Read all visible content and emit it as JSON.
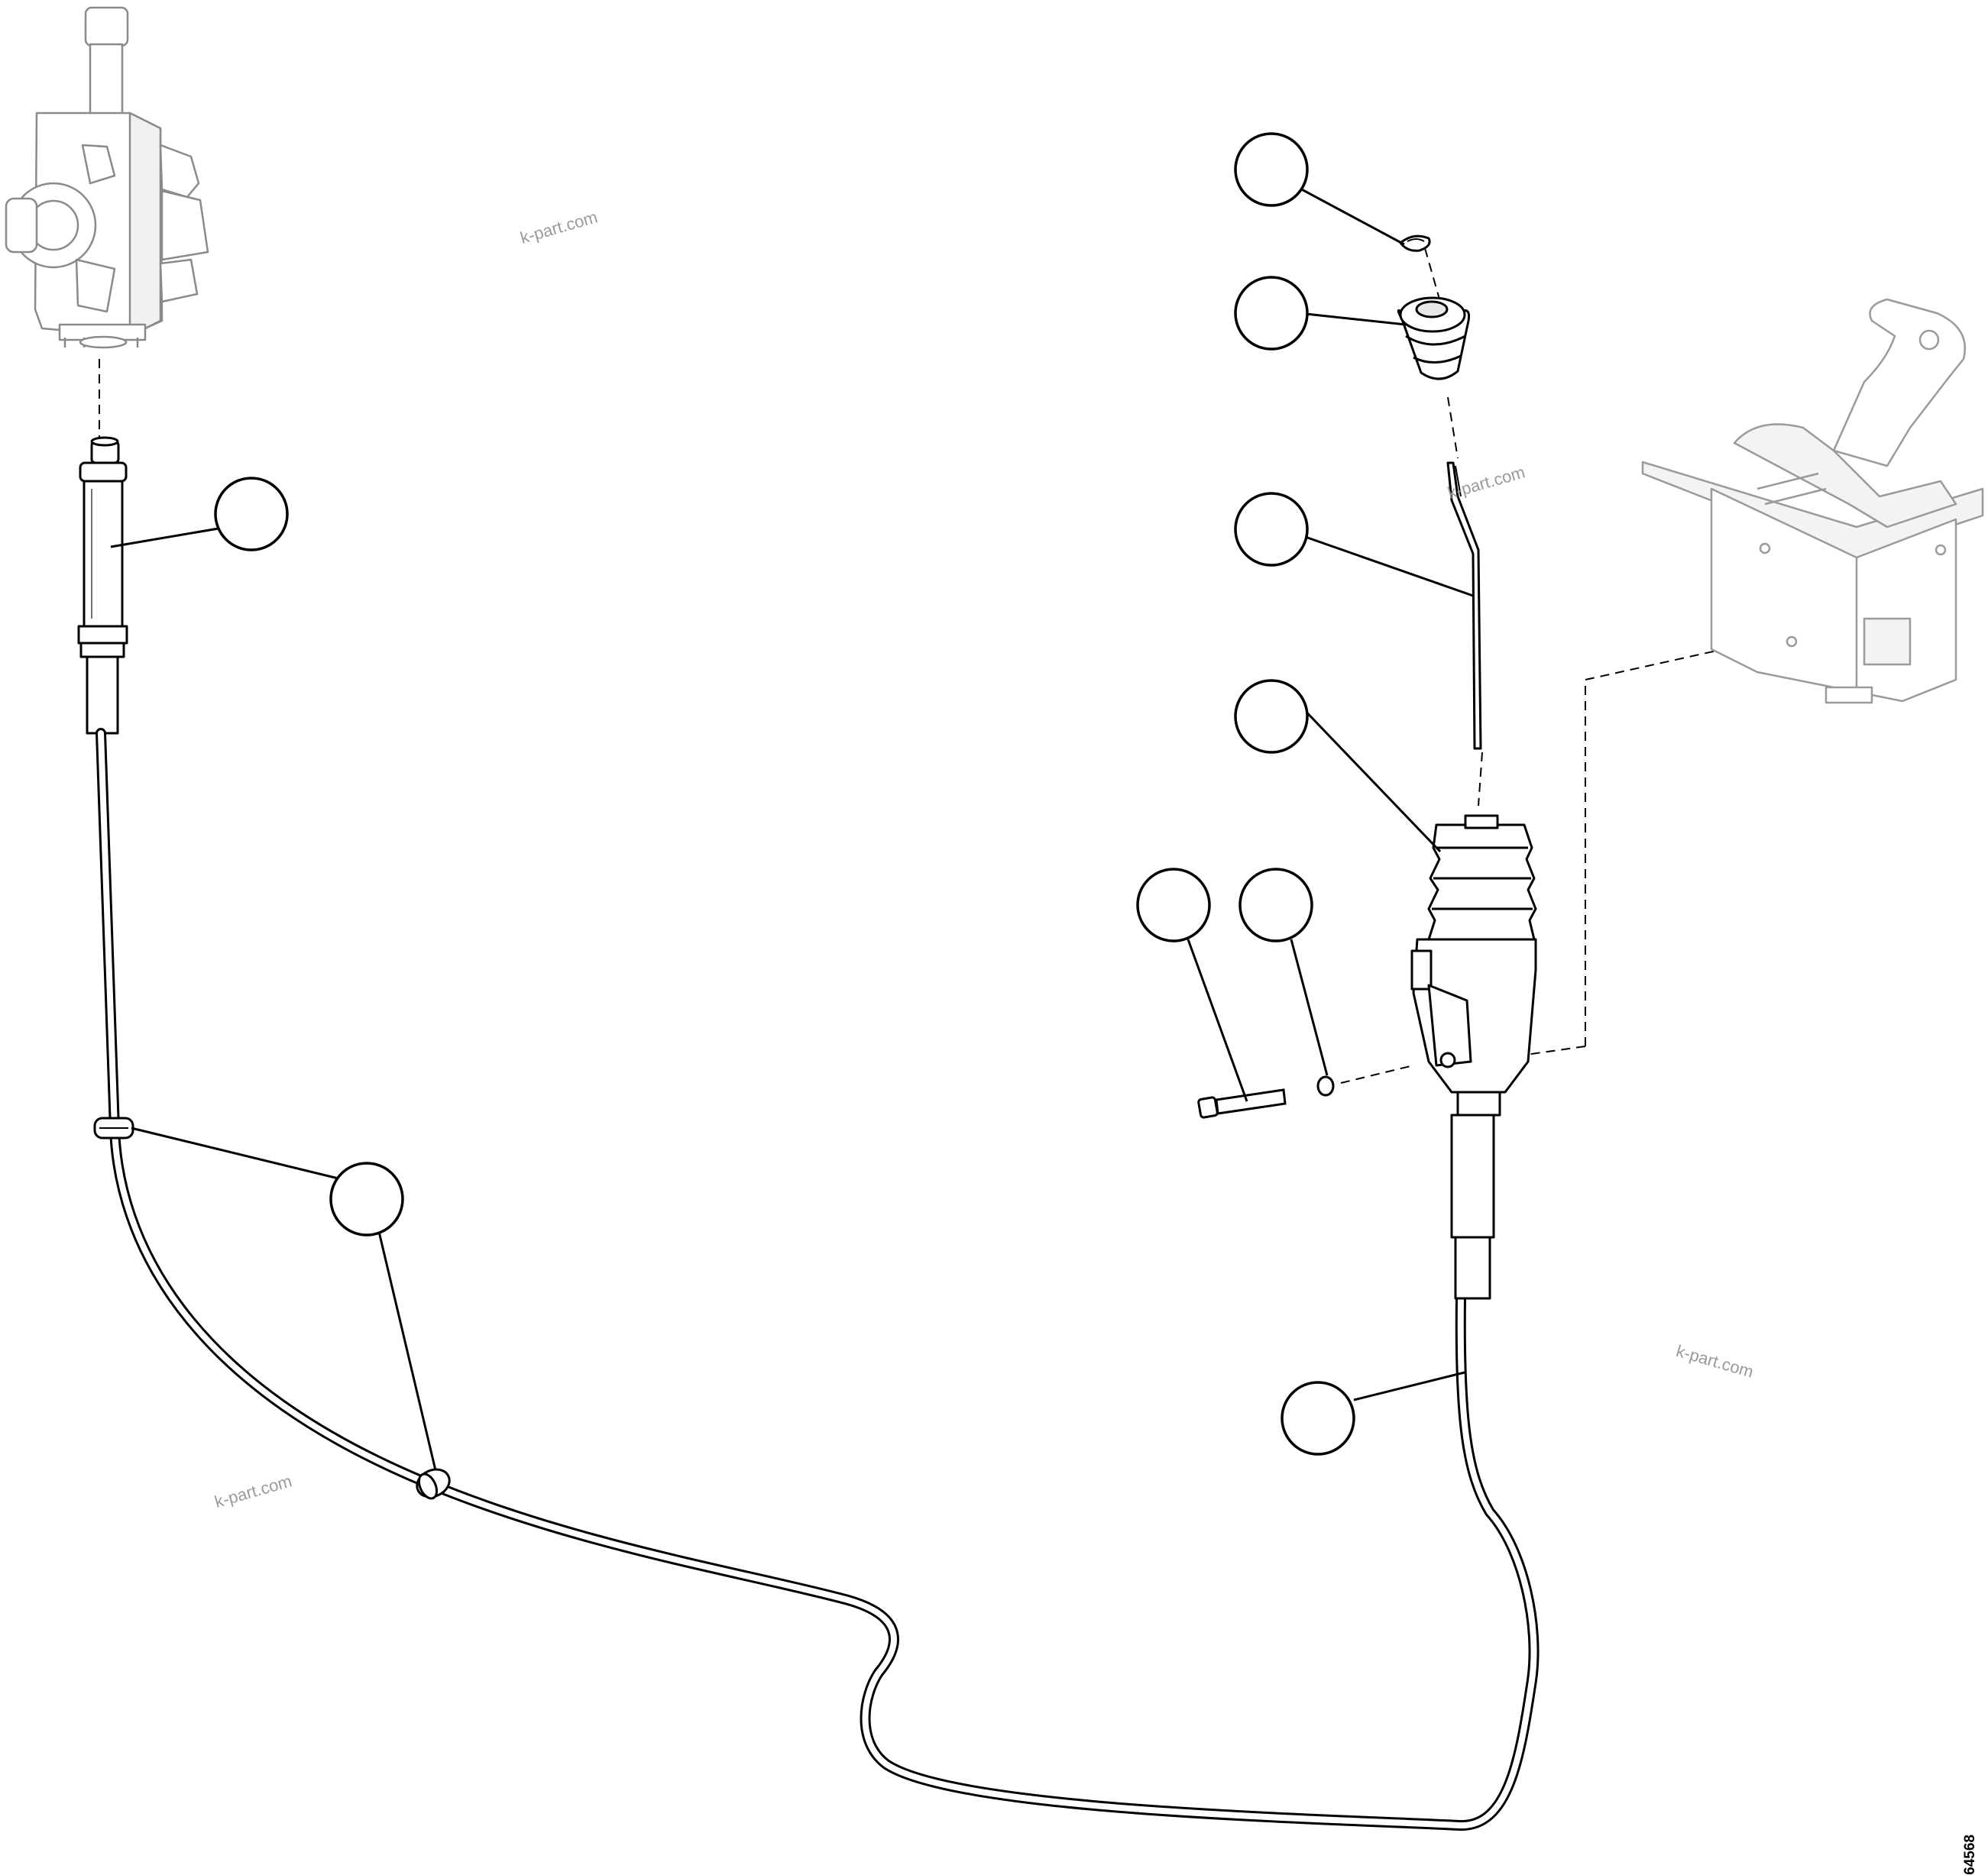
{
  "watermarks": [
    "k-part.com",
    "k-part.com",
    "k-part.com",
    "k-part.com"
  ],
  "figure_id": "64568",
  "callouts": [
    "",
    "",
    "",
    "",
    "",
    "",
    "",
    "",
    ""
  ]
}
